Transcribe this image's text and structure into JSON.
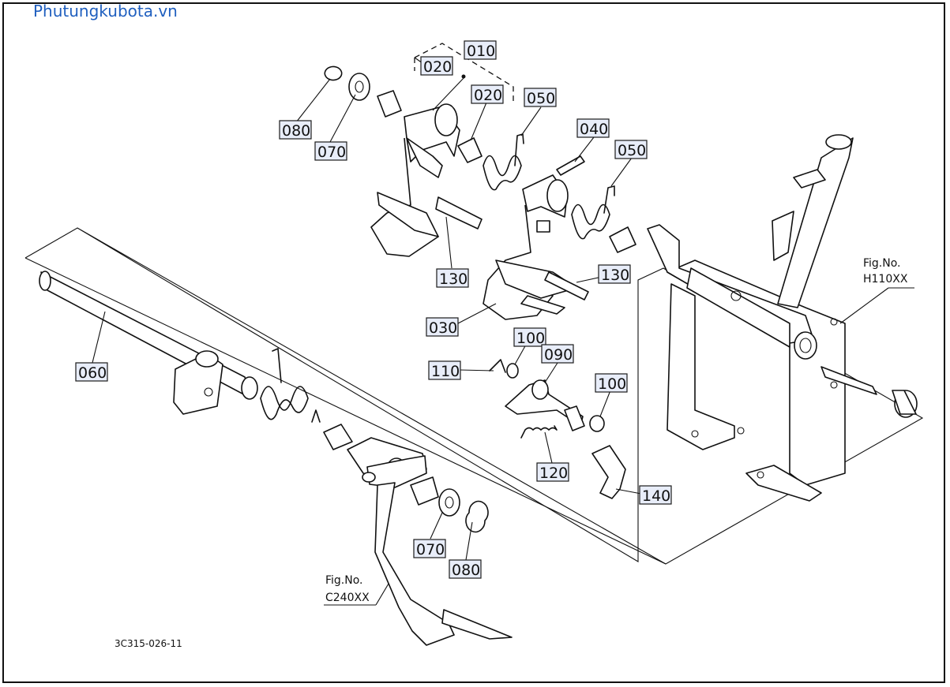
{
  "watermark": "Phutungkubota.vn",
  "figure_code": "3C315-026-11",
  "callouts": [
    {
      "id": "c010",
      "label": "010"
    },
    {
      "id": "c020a",
      "label": "020"
    },
    {
      "id": "c020b",
      "label": "020"
    },
    {
      "id": "c050a",
      "label": "050"
    },
    {
      "id": "c040",
      "label": "040"
    },
    {
      "id": "c050b",
      "label": "050"
    },
    {
      "id": "c080a",
      "label": "080"
    },
    {
      "id": "c070a",
      "label": "070"
    },
    {
      "id": "c130a",
      "label": "130"
    },
    {
      "id": "c130b",
      "label": "130"
    },
    {
      "id": "c030",
      "label": "030"
    },
    {
      "id": "c100a",
      "label": "100"
    },
    {
      "id": "c090",
      "label": "090"
    },
    {
      "id": "c110",
      "label": "110"
    },
    {
      "id": "c100b",
      "label": "100"
    },
    {
      "id": "c120",
      "label": "120"
    },
    {
      "id": "c140",
      "label": "140"
    },
    {
      "id": "c060",
      "label": "060"
    },
    {
      "id": "c070b",
      "label": "070"
    },
    {
      "id": "c080b",
      "label": "080"
    }
  ],
  "references": [
    {
      "line1": "Fig.No.",
      "line2": "H110XX"
    },
    {
      "line1": "Fig.No.",
      "line2": "C240XX"
    }
  ]
}
